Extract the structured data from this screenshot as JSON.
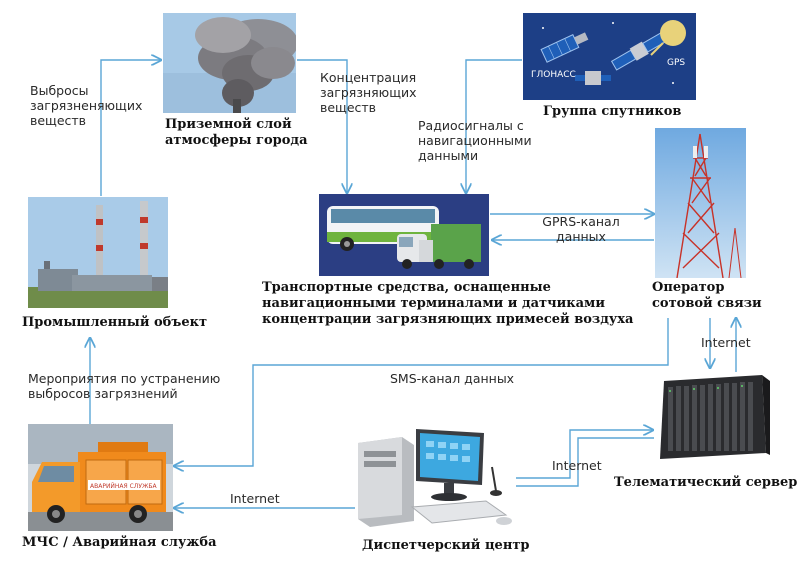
{
  "nodes": {
    "atmosphere": {
      "caption": "Приземной слой\nатмосферы города"
    },
    "satellites": {
      "caption": "Группа спутников",
      "glonass_text": "ГЛОНАСС",
      "gps_text": "GPS"
    },
    "vehicles": {
      "caption": "Транспортные средства, оснащенные\nнавигационными терминалами и датчиками\nконцентрации загрязняющих примесей воздуха"
    },
    "operator": {
      "caption": "Оператор\nсотовой связи"
    },
    "industrial": {
      "caption": "Промышленный объект"
    },
    "server": {
      "caption": "Телематический сервер"
    },
    "dispatch": {
      "caption": "Диспетчерский центр"
    },
    "emergency": {
      "caption": "МЧС / Аварийная служба",
      "van_text": "АВАРИЙНАЯ СЛУЖБА"
    }
  },
  "edge_labels": {
    "emissions": "Выбросы\nзагрязненяющих\nвеществ",
    "concentration": "Концентрация\nзагрязняющих\nвеществ",
    "radio": "Радиосигналы с\nнавигационными\nданными",
    "gprs": "GPRS-канал\nданных",
    "internet_operator": "Internet",
    "sms": "SMS-канал данных",
    "measures": "Мероприятия по устранению\nвыбросов загрязнений",
    "internet_server": "Internet",
    "internet_emergency": "Internet"
  },
  "colors": {
    "edge": "#5aa6d6",
    "sky": "#a9cbe8",
    "satellite_bg": "#1d3f86",
    "panel_bg": "#2b3e83",
    "van": "#f08a1c",
    "tower": "#c83228"
  }
}
